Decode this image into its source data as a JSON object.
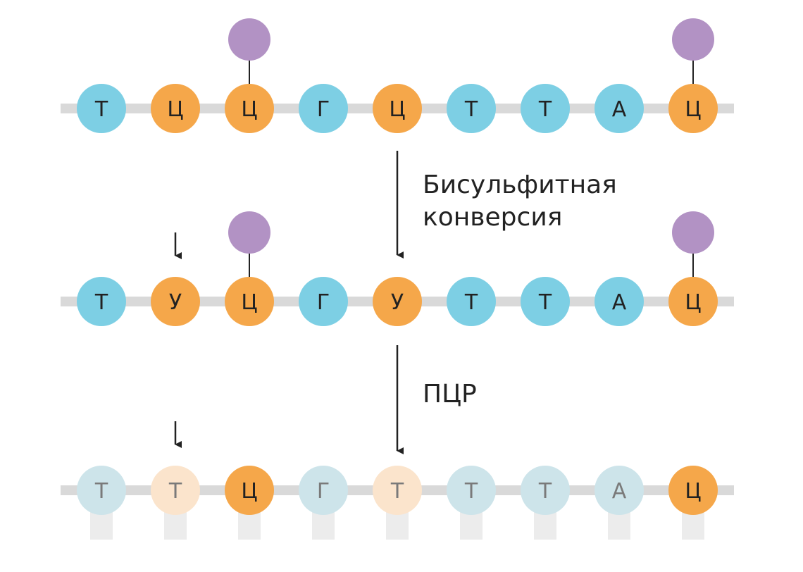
{
  "colors": {
    "thymine": "#7dcfe4",
    "cytosine": "#f5a74a",
    "methyl": "#b292c4",
    "backbone": "#d9d9d9",
    "faded_cool": "#cde4ea",
    "faded_warm": "#fbe4cc",
    "text_dark": "#222222",
    "text_faded": "#7a7a7a",
    "stub": "#ececec"
  },
  "strands": [
    {
      "name": "original",
      "bases": [
        {
          "letter": "Т",
          "kind": "cool"
        },
        {
          "letter": "Ц",
          "kind": "warm"
        },
        {
          "letter": "Ц",
          "kind": "warm",
          "methyl": true
        },
        {
          "letter": "Г",
          "kind": "cool"
        },
        {
          "letter": "Ц",
          "kind": "warm"
        },
        {
          "letter": "Т",
          "kind": "cool"
        },
        {
          "letter": "Т",
          "kind": "cool"
        },
        {
          "letter": "А",
          "kind": "cool"
        },
        {
          "letter": "Ц",
          "kind": "warm",
          "methyl": true
        }
      ]
    },
    {
      "name": "converted",
      "bases": [
        {
          "letter": "Т",
          "kind": "cool"
        },
        {
          "letter": "У",
          "kind": "warm",
          "marked": true
        },
        {
          "letter": "Ц",
          "kind": "warm",
          "methyl": true
        },
        {
          "letter": "Г",
          "kind": "cool"
        },
        {
          "letter": "У",
          "kind": "warm"
        },
        {
          "letter": "Т",
          "kind": "cool"
        },
        {
          "letter": "Т",
          "kind": "cool"
        },
        {
          "letter": "А",
          "kind": "cool"
        },
        {
          "letter": "Ц",
          "kind": "warm",
          "methyl": true
        }
      ]
    },
    {
      "name": "amplified",
      "bases": [
        {
          "letter": "Т",
          "kind": "faded_cool"
        },
        {
          "letter": "Т",
          "kind": "faded_warm",
          "marked": true
        },
        {
          "letter": "Ц",
          "kind": "warm"
        },
        {
          "letter": "Г",
          "kind": "faded_cool"
        },
        {
          "letter": "Т",
          "kind": "faded_warm"
        },
        {
          "letter": "Т",
          "kind": "faded_cool"
        },
        {
          "letter": "Т",
          "kind": "faded_cool"
        },
        {
          "letter": "А",
          "kind": "faded_cool"
        },
        {
          "letter": "Ц",
          "kind": "warm"
        }
      ]
    }
  ],
  "steps": [
    {
      "line1": "Бисульфитная",
      "line2": "конверсия"
    },
    {
      "line1": "ПЦР",
      "line2": ""
    }
  ]
}
